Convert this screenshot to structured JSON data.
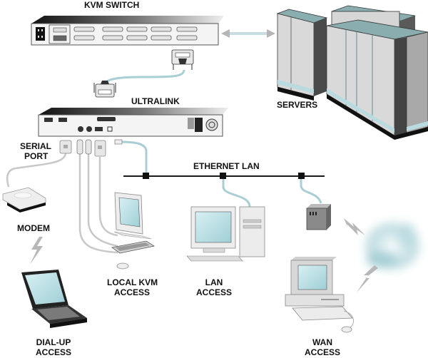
{
  "title": "KVM Switch / UltraLink Remote Access Network Diagram",
  "labels": {
    "kvm_switch": "KVM SWITCH",
    "servers": "SERVERS",
    "ultralink": "ULTRALINK",
    "serial_port": [
      "SERIAL",
      "PORT"
    ],
    "ethernet_lan": "ETHERNET LAN",
    "modem": "MODEM",
    "local_kvm_access": [
      "LOCAL KVM",
      "ACCESS"
    ],
    "lan_access": [
      "LAN",
      "ACCESS"
    ],
    "dial_up_access": [
      "DIAL-UP",
      "ACCESS"
    ],
    "wan_access": [
      "WAN",
      "ACCESS"
    ]
  },
  "nodes": [
    {
      "id": "kvm-switch",
      "label": "KVM SWITCH",
      "icon": "rack-switch-icon"
    },
    {
      "id": "servers",
      "label": "SERVERS",
      "icon": "server-cabinet-icon"
    },
    {
      "id": "ultralink",
      "label": "ULTRALINK",
      "icon": "ultralink-unit-icon"
    },
    {
      "id": "modem",
      "label": "MODEM",
      "icon": "modem-icon"
    },
    {
      "id": "dial-up",
      "label": "DIAL-UP ACCESS",
      "icon": "laptop-icon"
    },
    {
      "id": "local-kvm",
      "label": "LOCAL KVM ACCESS",
      "icon": "monitor-keyboard-icon"
    },
    {
      "id": "lan-access",
      "label": "LAN ACCESS",
      "icon": "desktop-pc-icon"
    },
    {
      "id": "router",
      "label": "",
      "icon": "router-icon"
    },
    {
      "id": "wan-cloud",
      "label": "",
      "icon": "cloud-icon"
    },
    {
      "id": "wan-access",
      "label": "WAN ACCESS",
      "icon": "desktop-pc-icon"
    }
  ],
  "edges": [
    {
      "from": "kvm-switch",
      "to": "servers",
      "type": "bidirectional-arrow"
    },
    {
      "from": "kvm-switch",
      "to": "ultralink",
      "type": "cable"
    },
    {
      "from": "ultralink",
      "to": "modem",
      "type": "serial-cable"
    },
    {
      "from": "ultralink",
      "to": "local-kvm",
      "type": "kvm-cables"
    },
    {
      "from": "ultralink",
      "to": "ethernet-lan",
      "type": "ethernet-cable"
    },
    {
      "from": "ethernet-lan",
      "to": "lan-access",
      "type": "ethernet-cable"
    },
    {
      "from": "ethernet-lan",
      "to": "router",
      "type": "ethernet-cable"
    },
    {
      "from": "modem",
      "to": "dial-up",
      "type": "wireless"
    },
    {
      "from": "router",
      "to": "wan-cloud",
      "type": "wireless"
    },
    {
      "from": "wan-cloud",
      "to": "wan-access",
      "type": "wireless"
    }
  ],
  "colors": {
    "cable": "#a9cfd4",
    "cable_gray": "#c8c8c8",
    "bus": "#1a1a1a",
    "device_face": "#f2f2f2",
    "device_top_dark": "#2a2a2a",
    "server_face": "#d9d9d9",
    "server_side": "#4a4a4a",
    "server_top": "#8aaeb0",
    "screen": "#bfe3e8",
    "bolt": "#b8b8b8"
  }
}
